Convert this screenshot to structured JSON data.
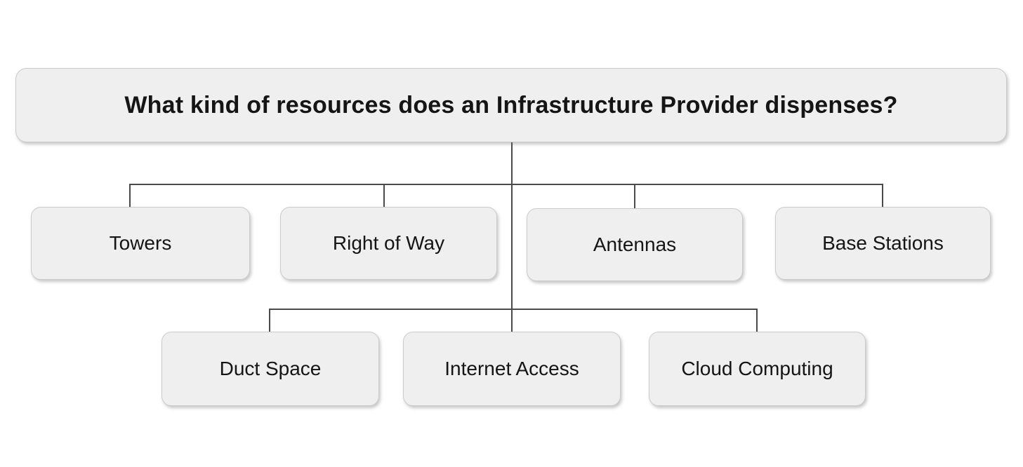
{
  "diagram": {
    "type": "hierarchy-tree",
    "title": "What kind of resources does an Infrastructure Provider dispenses?",
    "row1": [
      {
        "label": "Towers"
      },
      {
        "label": "Right of Way"
      },
      {
        "label": "Antennas"
      },
      {
        "label": "Base Stations"
      }
    ],
    "row2": [
      {
        "label": "Duct Space"
      },
      {
        "label": "Internet Access"
      },
      {
        "label": "Cloud Computing"
      }
    ]
  },
  "colors": {
    "background": "#ffffff",
    "node_fill": "#efeff0",
    "node_border": "#cbcbcb",
    "connector": "#4a4a4a",
    "text": "#151515"
  }
}
